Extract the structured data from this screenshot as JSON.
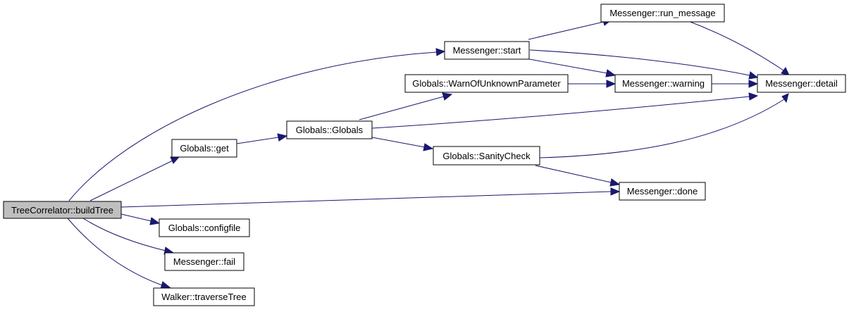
{
  "nodes": [
    {
      "id": "buildTree",
      "label": "TreeCorrelator::buildTree",
      "root": true
    },
    {
      "id": "get",
      "label": "Globals::get"
    },
    {
      "id": "configfile",
      "label": "Globals::configfile"
    },
    {
      "id": "fail",
      "label": "Messenger::fail"
    },
    {
      "id": "traverseTree",
      "label": "Walker::traverseTree"
    },
    {
      "id": "start",
      "label": "Messenger::start"
    },
    {
      "id": "done",
      "label": "Messenger::done"
    },
    {
      "id": "Globals",
      "label": "Globals::Globals"
    },
    {
      "id": "WarnOfUnknownParameter",
      "label": "Globals::WarnOfUnknownParameter"
    },
    {
      "id": "SanityCheck",
      "label": "Globals::SanityCheck"
    },
    {
      "id": "run_message",
      "label": "Messenger::run_message"
    },
    {
      "id": "warning",
      "label": "Messenger::warning"
    },
    {
      "id": "detail",
      "label": "Messenger::detail"
    }
  ],
  "edges": [
    {
      "from": "buildTree",
      "to": "start"
    },
    {
      "from": "buildTree",
      "to": "get"
    },
    {
      "from": "buildTree",
      "to": "done"
    },
    {
      "from": "buildTree",
      "to": "configfile"
    },
    {
      "from": "buildTree",
      "to": "fail"
    },
    {
      "from": "buildTree",
      "to": "traverseTree"
    },
    {
      "from": "get",
      "to": "Globals"
    },
    {
      "from": "Globals",
      "to": "WarnOfUnknownParameter"
    },
    {
      "from": "Globals",
      "to": "detail"
    },
    {
      "from": "Globals",
      "to": "SanityCheck"
    },
    {
      "from": "WarnOfUnknownParameter",
      "to": "warning"
    },
    {
      "from": "SanityCheck",
      "to": "detail"
    },
    {
      "from": "SanityCheck",
      "to": "done"
    },
    {
      "from": "start",
      "to": "run_message"
    },
    {
      "from": "start",
      "to": "detail"
    },
    {
      "from": "start",
      "to": "warning"
    },
    {
      "from": "run_message",
      "to": "detail"
    },
    {
      "from": "warning",
      "to": "detail"
    }
  ],
  "colors": {
    "edge": "#191970",
    "root_fill": "#bfbfbf",
    "node_fill": "#ffffff",
    "border": "#000000"
  }
}
